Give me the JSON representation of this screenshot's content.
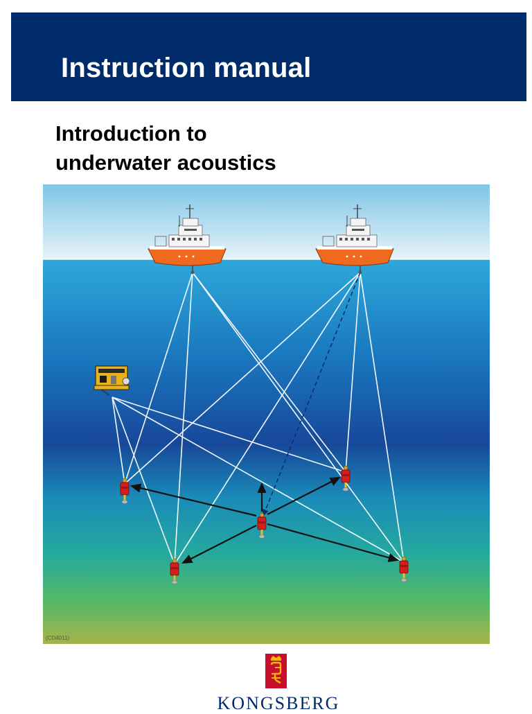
{
  "header": {
    "title": "Instruction manual",
    "background": "#002b6b"
  },
  "subtitle": {
    "line1": "Introduction to",
    "line2": "underwater acoustics"
  },
  "figure": {
    "code": "(CD4011)",
    "elements": [
      "vessel",
      "vessel",
      "rov",
      "transponder",
      "transponder",
      "transponder",
      "transponder",
      "transponder"
    ]
  },
  "logo": {
    "wordmark": "KONGSBERG",
    "mark_color": "#c8102e",
    "mark_accent": "#f2b705"
  }
}
